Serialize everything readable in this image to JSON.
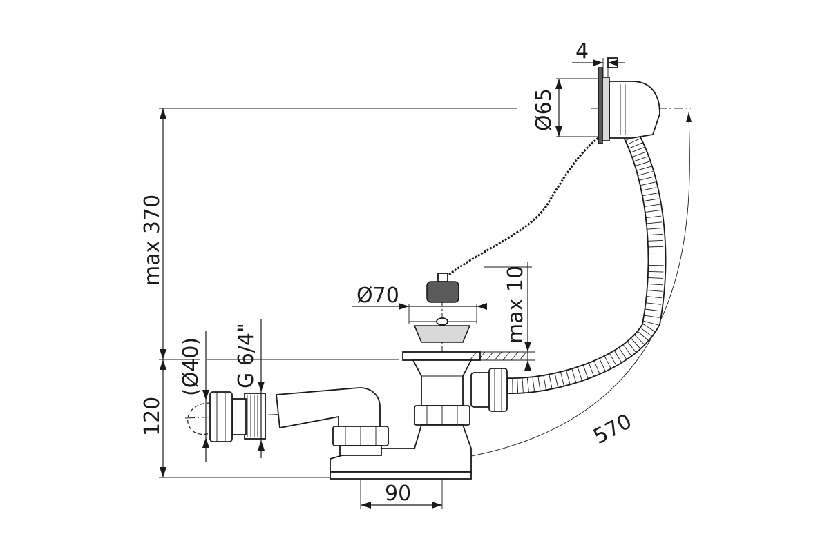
{
  "dimensions": {
    "overflow_plate": "4",
    "overflow_diameter": "Ø65",
    "height_total": "max 370",
    "plug_diameter": "Ø70",
    "plug_lift": "max 10",
    "outlet_diameter": "(Ø40)",
    "outlet_thread": "G 6/4\"",
    "trap_height": "120",
    "trap_offset": "90",
    "hose_length": "570"
  }
}
